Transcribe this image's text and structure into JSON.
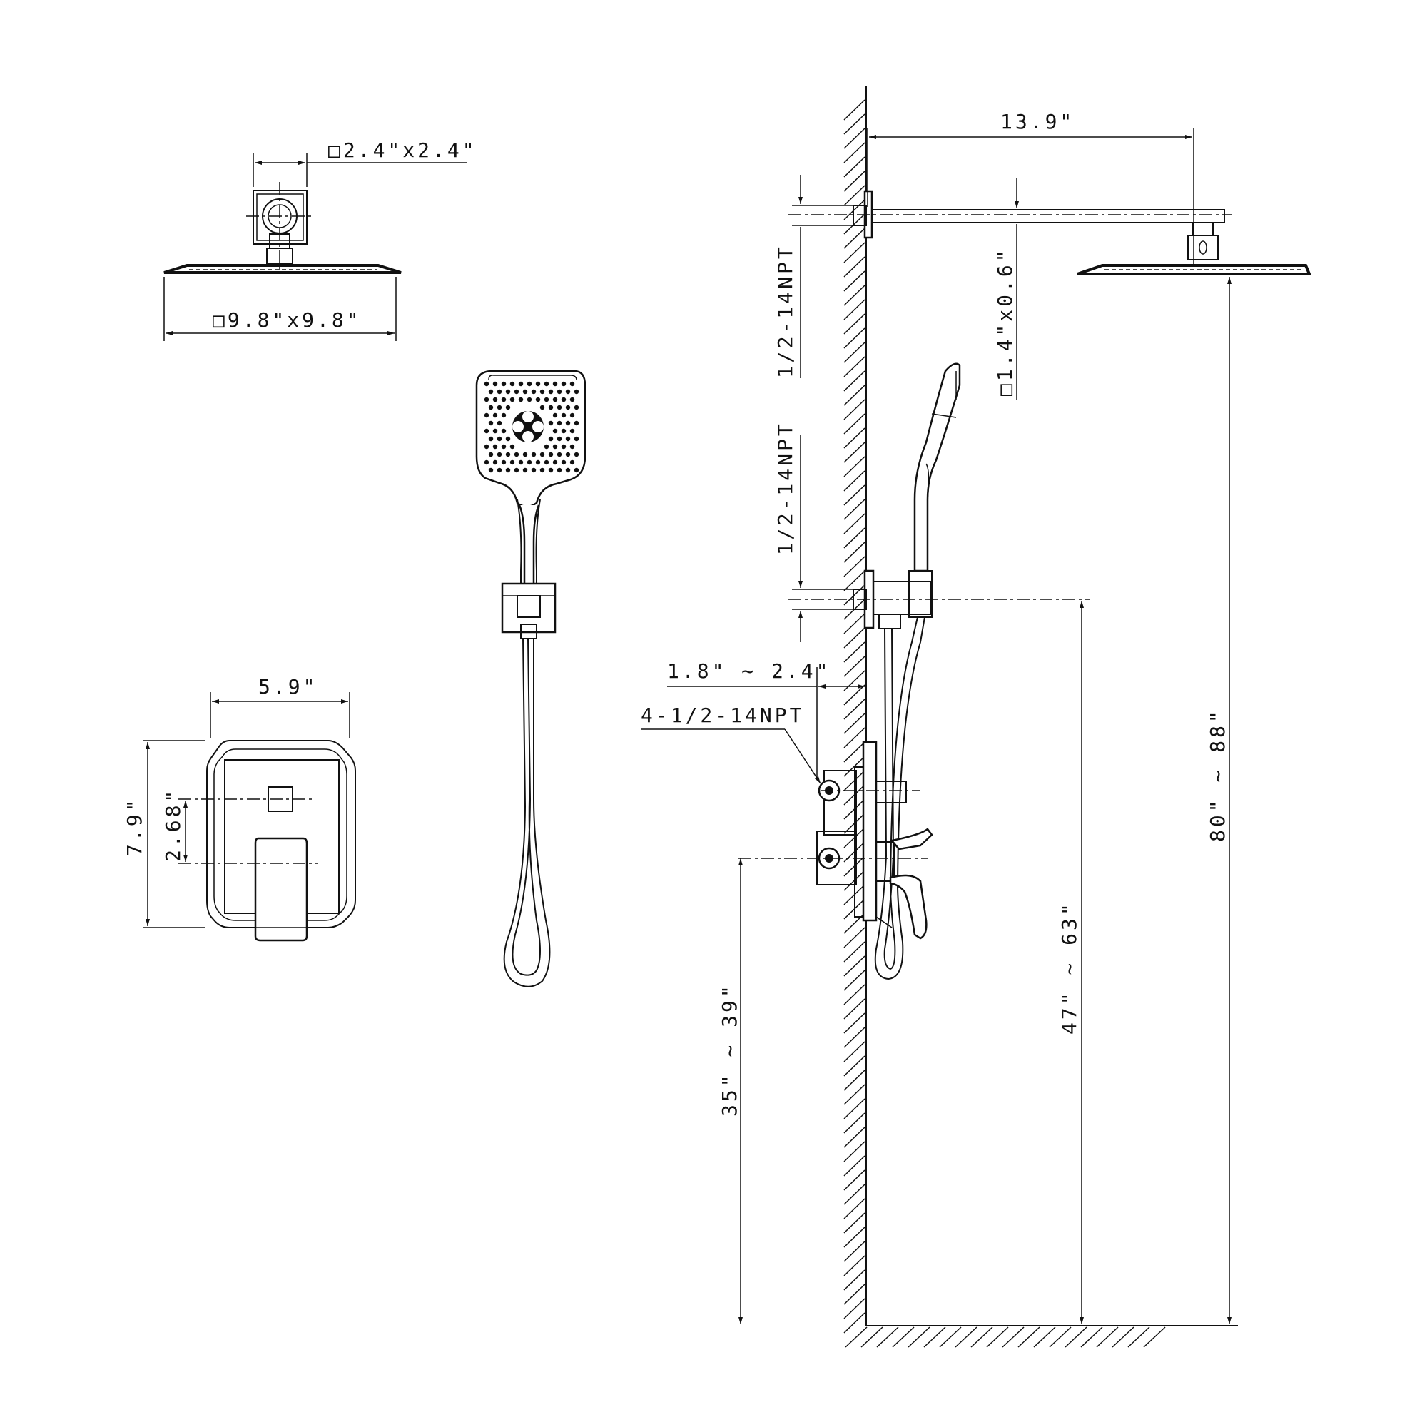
{
  "labels": {
    "rain_connector_size": "□2.4\"x2.4\"",
    "rain_head_size": "□9.8\"x9.8\"",
    "arm_length": "13.9\"",
    "thread_top": "1/2-14NPT",
    "arm_section": "□1.4\"x0.6\"",
    "thread_outlet": "1/2-14NPT",
    "valve_depth": "1.8\" ~ 2.4\"",
    "valve_thread": "4-1/2-14NPT",
    "plate_width": "5.9\"",
    "plate_height": "7.9\"",
    "plate_offset": "2.68\"",
    "valve_height": "35\" ~ 39\"",
    "outlet_height": "47\" ~ 63\"",
    "head_height": "80\" ~ 88\""
  }
}
